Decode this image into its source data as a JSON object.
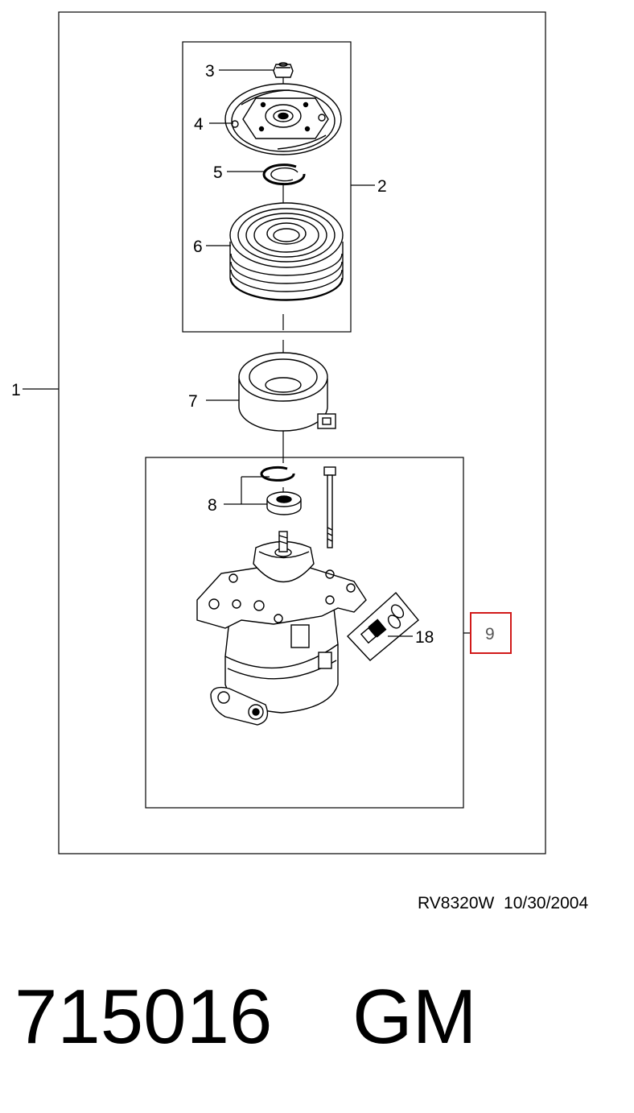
{
  "diagram": {
    "callouts": {
      "c1": "1",
      "c2": "2",
      "c3": "3",
      "c4": "4",
      "c5": "5",
      "c6": "6",
      "c7": "7",
      "c8": "8",
      "c9": "9",
      "c18": "18"
    },
    "highlight_color": "#d11a1a"
  },
  "footer": {
    "drawing_ref": "RV8320W",
    "date": "10/30/2004",
    "part_number": "715016",
    "make": "GM"
  }
}
